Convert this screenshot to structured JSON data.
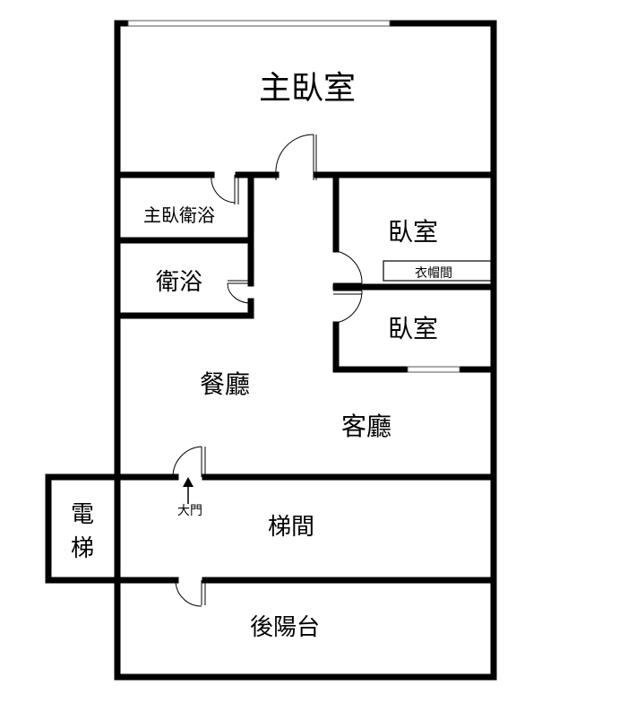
{
  "rooms": {
    "master_bedroom": "主臥室",
    "master_bath": "主臥衛浴",
    "bathroom": "衛浴",
    "bedroom_1": "臥室",
    "closet": "衣帽間",
    "bedroom_2": "臥室",
    "dining_room": "餐廳",
    "living_room": "客廳",
    "elevator_line1": "電",
    "elevator_line2": "梯",
    "main_door": "大門",
    "stairwell": "梯間",
    "rear_balcony": "後陽台"
  },
  "colors": {
    "wall": "#000000",
    "window_fill": "#ffffff",
    "window_stroke": "#555555",
    "background": "#ffffff"
  }
}
